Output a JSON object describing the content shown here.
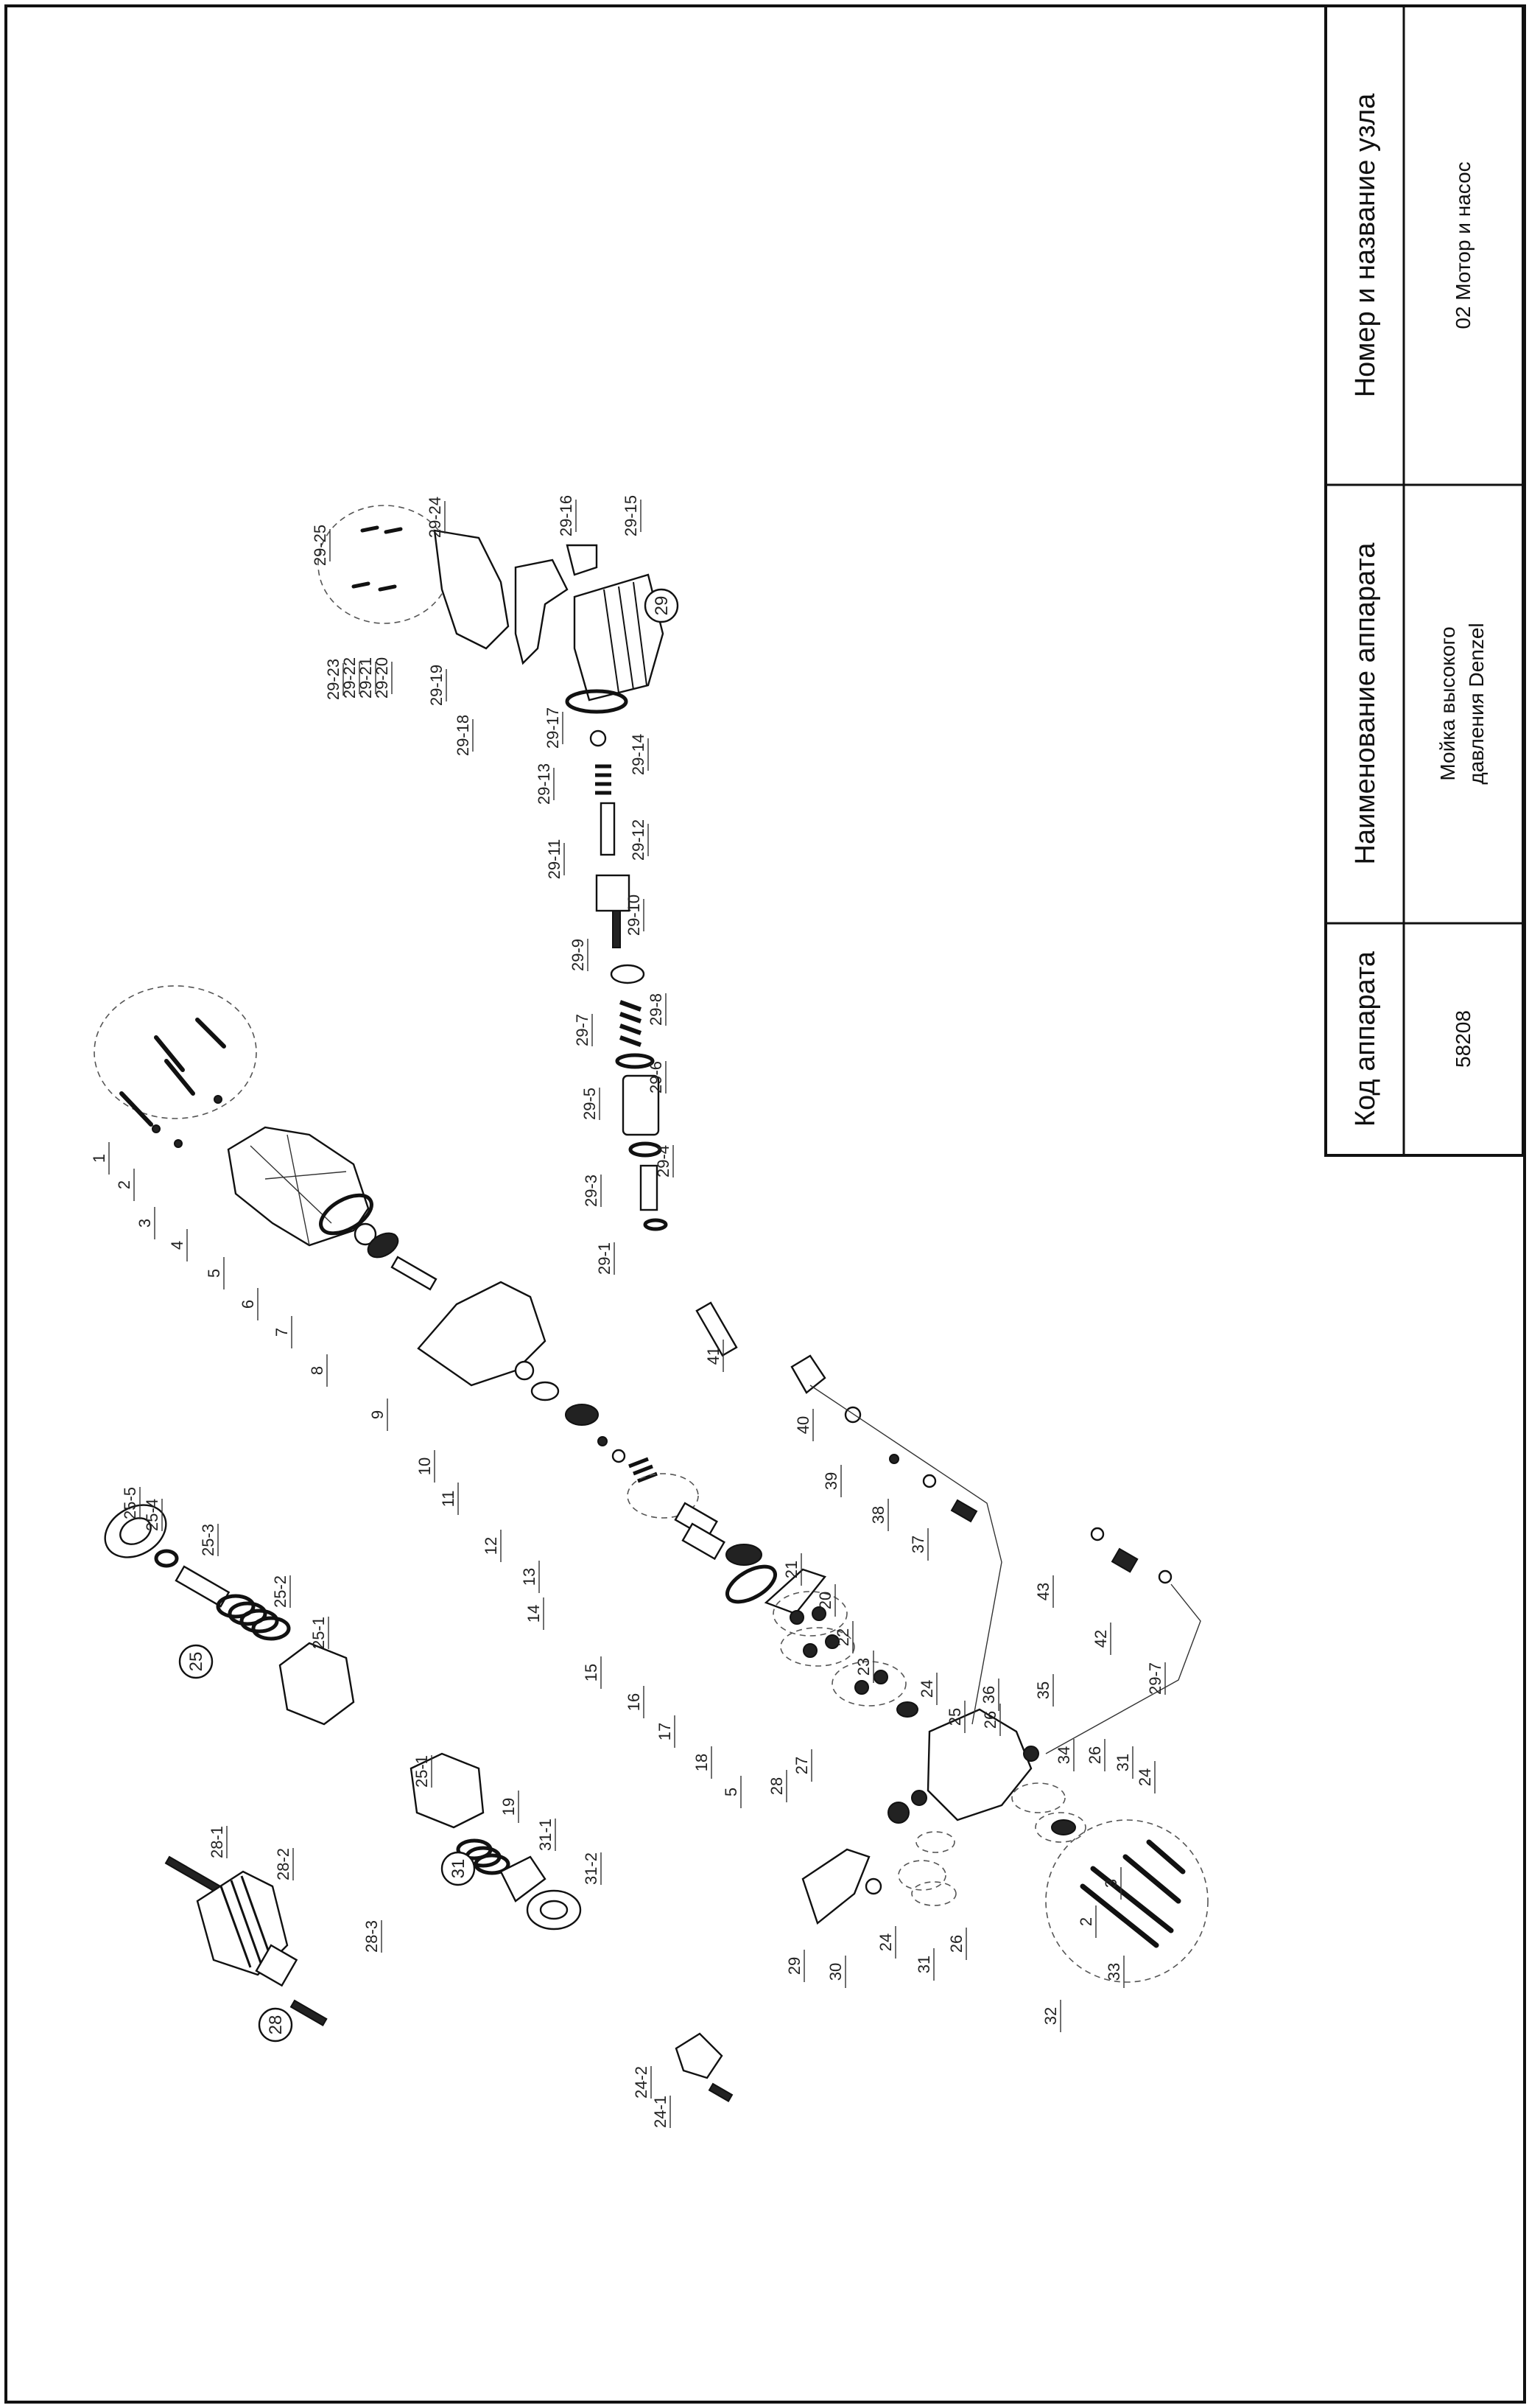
{
  "title_block": {
    "col1_header": "Код аппарата",
    "col1_value": "58208",
    "col2_header": "Наименование аппарата",
    "col2_value_line1": "Мойка высокого",
    "col2_value_line2": "давления Denzel",
    "col3_header": "Номер и название узла",
    "col3_value": "02 Мотор и насос"
  },
  "assembly_numbers": [
    "25",
    "28",
    "31",
    "29"
  ],
  "part_labels": [
    "1",
    "2",
    "3",
    "4",
    "5",
    "6",
    "7",
    "8",
    "9",
    "10",
    "11",
    "12",
    "13",
    "14",
    "15",
    "16",
    "17",
    "18",
    "5",
    "21",
    "20",
    "22",
    "23",
    "24",
    "25",
    "26",
    "35",
    "34",
    "26",
    "31",
    "24",
    "3",
    "2",
    "33",
    "32",
    "28",
    "27",
    "29",
    "30",
    "24",
    "31",
    "26",
    "36",
    "37",
    "38",
    "39",
    "40",
    "41",
    "43",
    "42",
    "29-7",
    "25-5",
    "25-4",
    "25-3",
    "25-2",
    "25-1",
    "28-1",
    "28-2",
    "28-3",
    "25-1",
    "19",
    "31-1",
    "31-2",
    "24-2",
    "24-1",
    "29-25",
    "29-24",
    "29-23",
    "29-22",
    "29-21",
    "29-20",
    "29-19",
    "29-18",
    "29-17",
    "29-16",
    "29-15",
    "29-14",
    "29-13",
    "29-12",
    "29-11",
    "29-10",
    "29-9",
    "29-8",
    "29-7",
    "29-6",
    "29-5",
    "29-4",
    "29-3",
    "29-1"
  ]
}
